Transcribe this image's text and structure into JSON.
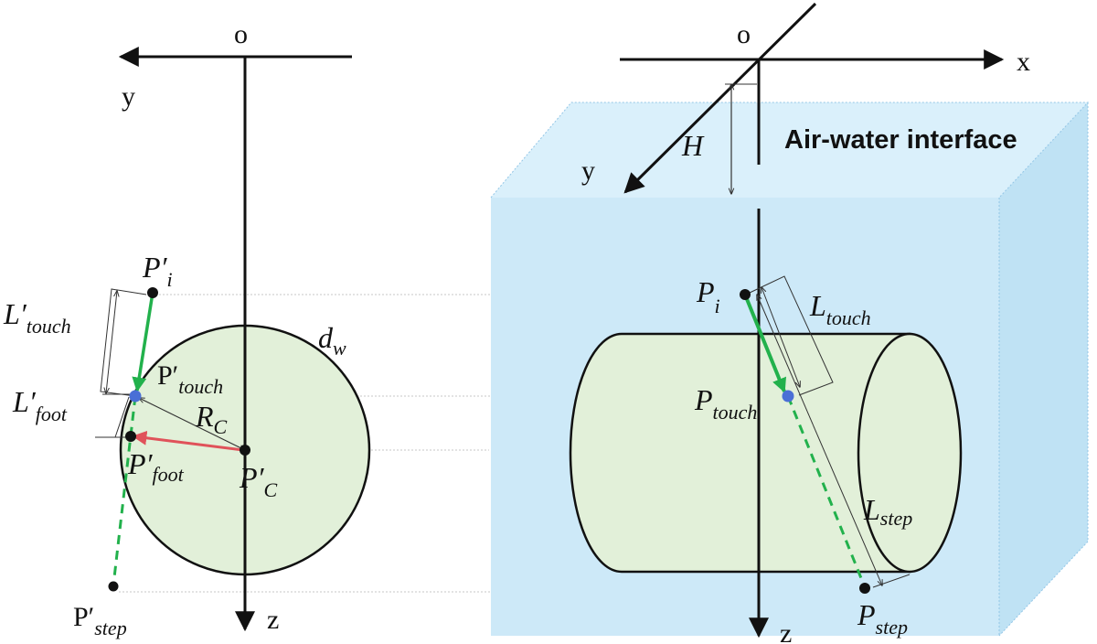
{
  "colors": {
    "water_front": "#cde9f8",
    "water_top": "#daf0fb",
    "water_side": "#bfe2f4",
    "water_edge": "#93c6e6",
    "cylinder_fill": "#e2f0d9",
    "foot_green": "#22b14c",
    "foot_red": "#e0525a",
    "touch_point": "#4a6fd6",
    "ink": "#111111",
    "guide": "#c7c7c7"
  },
  "left_view": {
    "origin": "o",
    "axis_y": "y",
    "axis_z": "z",
    "p_i": {
      "base": "P′",
      "sub": "i"
    },
    "l_touch": {
      "base": "L′",
      "sub": "touch"
    },
    "p_touch": {
      "base": "P′",
      "sub": "touch"
    },
    "l_foot": {
      "base": "L′",
      "sub": "foot"
    },
    "p_foot": {
      "base": "P′",
      "sub": "foot"
    },
    "r_c": {
      "base": "R",
      "sub": "C"
    },
    "p_c": {
      "base": "P′",
      "sub": "C"
    },
    "d_w": {
      "base": "d",
      "sub": "w"
    },
    "p_step": {
      "base": "P′",
      "sub": "step"
    }
  },
  "right_view": {
    "origin": "o",
    "axis_x": "x",
    "axis_y": "y",
    "axis_z": "z",
    "depth_h": "H",
    "interface_label": "Air-water interface",
    "p_i": {
      "base": "P",
      "sub": "i"
    },
    "l_touch": {
      "base": "L",
      "sub": "touch"
    },
    "p_touch": {
      "base": "P",
      "sub": "touch"
    },
    "l_step": {
      "base": "L",
      "sub": "step"
    },
    "p_step": {
      "base": "P",
      "sub": "step"
    }
  }
}
